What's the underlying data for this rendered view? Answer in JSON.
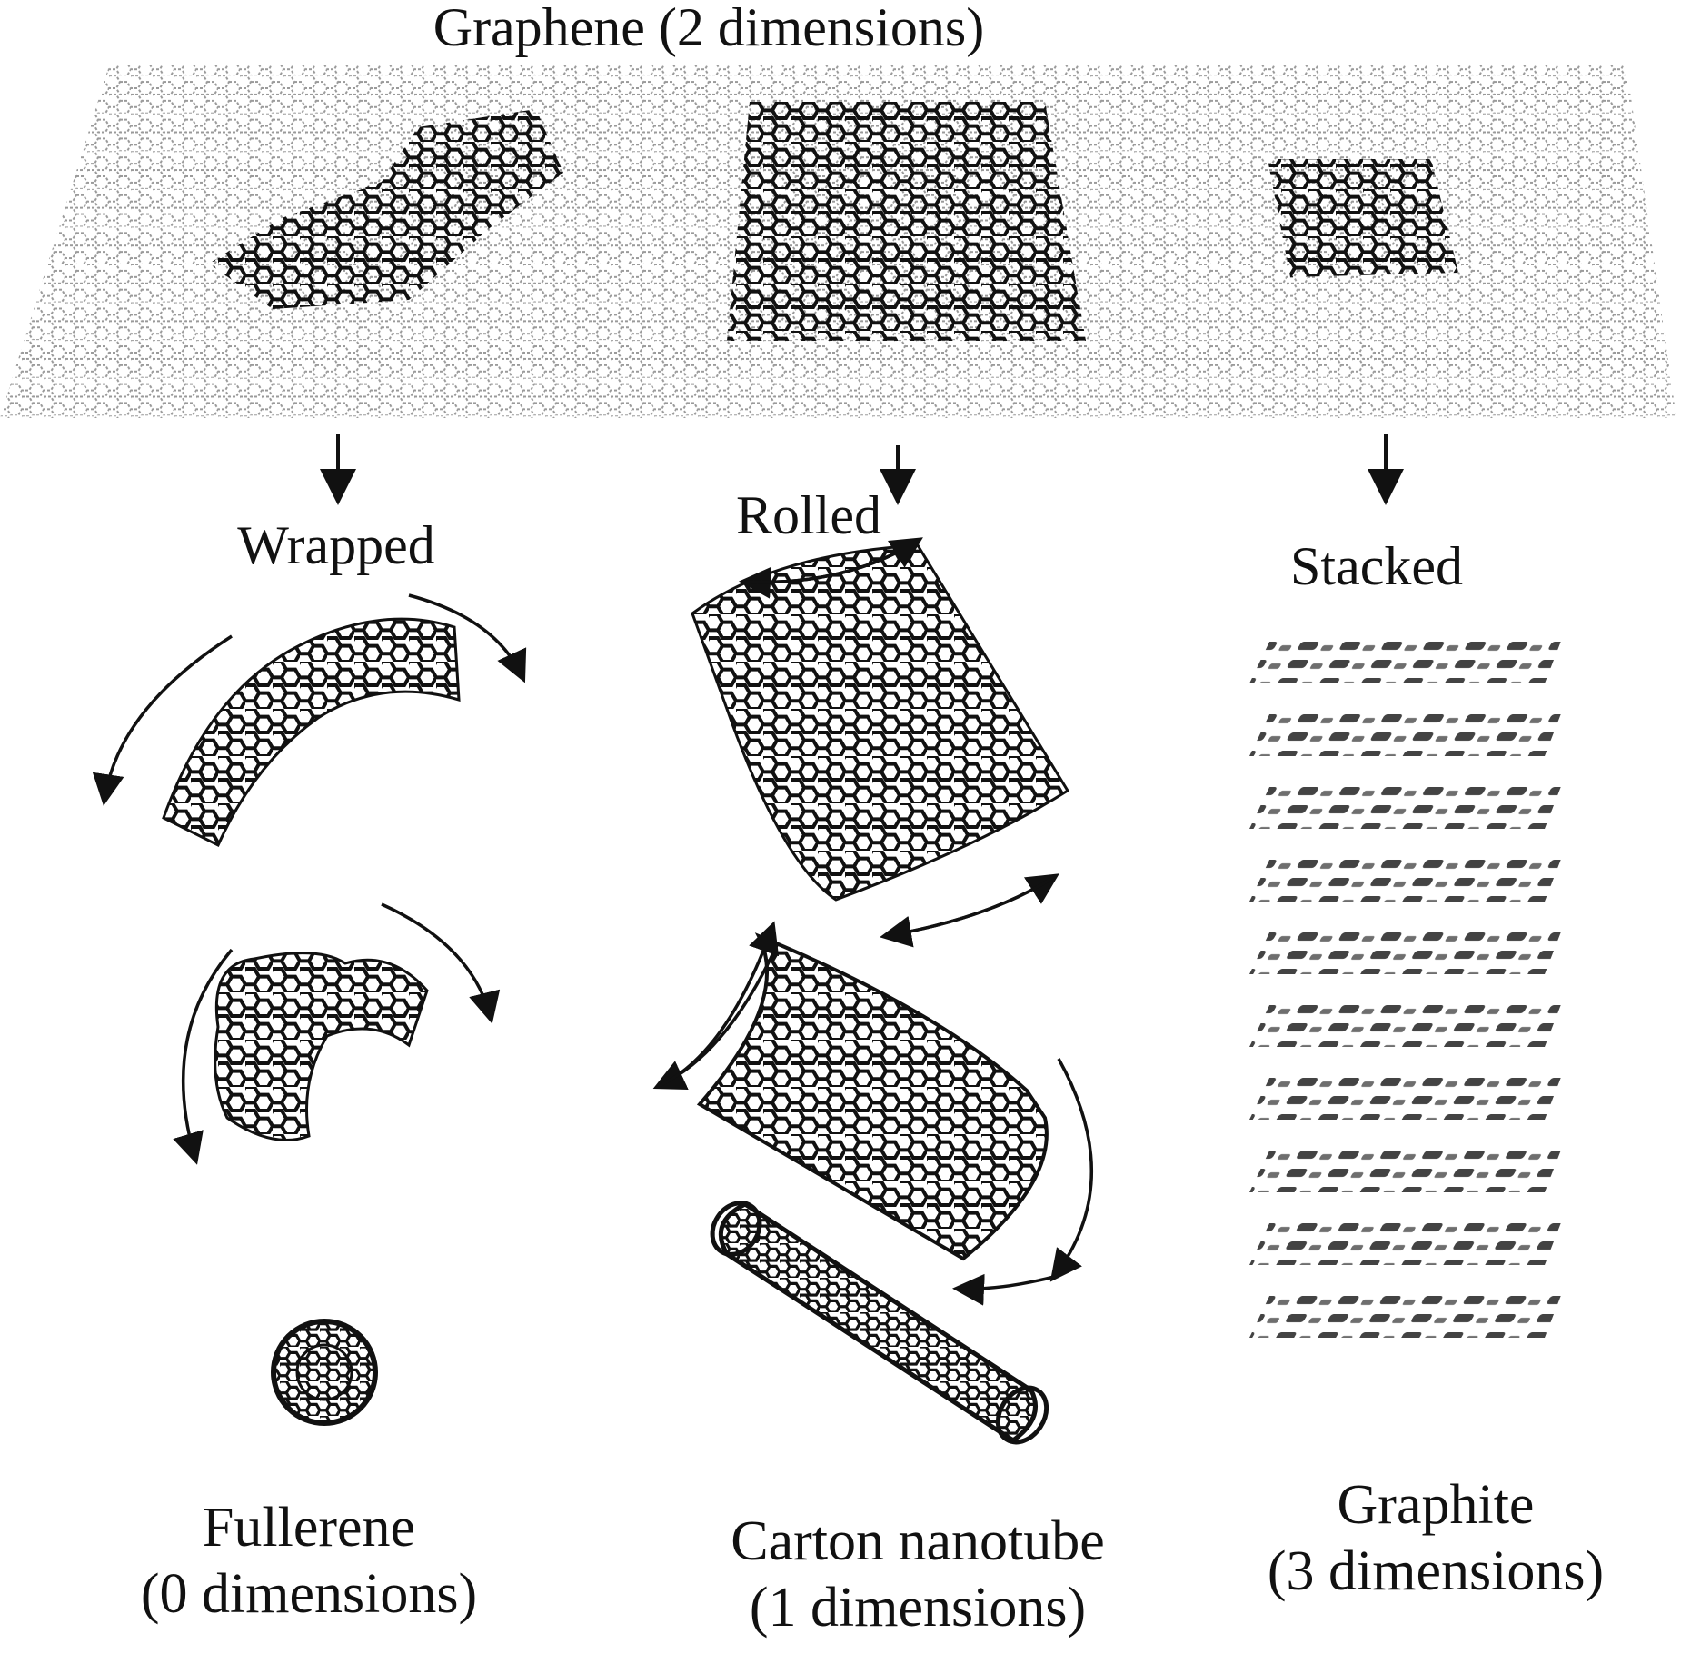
{
  "title": "Graphene (2 dimensions)",
  "transforms": {
    "wrapped": "Wrapped",
    "rolled": "Rolled",
    "stacked": "Stacked"
  },
  "products": {
    "fullerene": {
      "name": "Fullerene",
      "dims": "(0 dimensions)"
    },
    "nanotube": {
      "name": "Carton nanotube",
      "dims": "(1 dimensions)"
    },
    "graphite": {
      "name": "Graphite",
      "dims": "(3 dimensions)"
    }
  },
  "colors": {
    "ink": "#111111",
    "faint": "#9a9a9a",
    "background": "#ffffff"
  }
}
